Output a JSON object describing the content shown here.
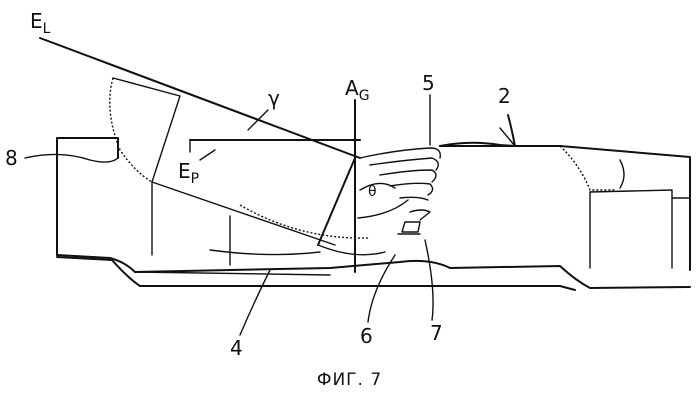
{
  "figure": {
    "labels": {
      "el": "E",
      "el_sub": "L",
      "ep": "E",
      "ep_sub": "P",
      "ag": "A",
      "ag_sub": "G",
      "gamma": "γ",
      "theta": "θ",
      "n2": "2",
      "n4": "4",
      "n5": "5",
      "n6": "6",
      "n7": "7",
      "n8": "8"
    },
    "caption": "ФИГ. 7"
  }
}
